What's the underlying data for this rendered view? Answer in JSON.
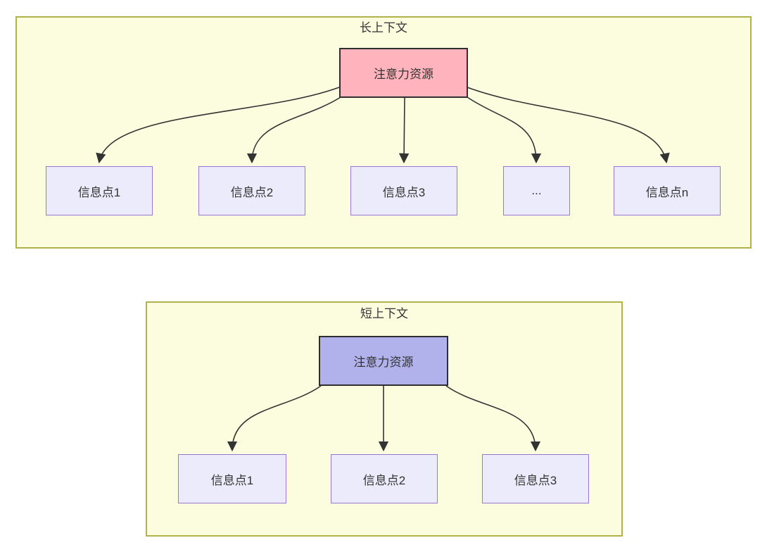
{
  "colors": {
    "container-fill": "#FCFCDF",
    "container-border": "#B2B24B",
    "source-long-fill": "#FFB3BC",
    "source-short-fill": "#B1B1EC",
    "source-border": "#2F2F2F",
    "info-fill": "#EBEBFB",
    "info-border": "#9A77D0",
    "arrow": "#333333",
    "text": "#333333"
  },
  "long_context": {
    "title": "长上下文",
    "source_label": "注意力资源",
    "info_points": [
      {
        "label": "信息点1"
      },
      {
        "label": "信息点2"
      },
      {
        "label": "信息点3"
      },
      {
        "label": "..."
      },
      {
        "label": "信息点n"
      }
    ]
  },
  "short_context": {
    "title": "短上下文",
    "source_label": "注意力资源",
    "info_points": [
      {
        "label": "信息点1"
      },
      {
        "label": "信息点2"
      },
      {
        "label": "信息点3"
      }
    ]
  }
}
